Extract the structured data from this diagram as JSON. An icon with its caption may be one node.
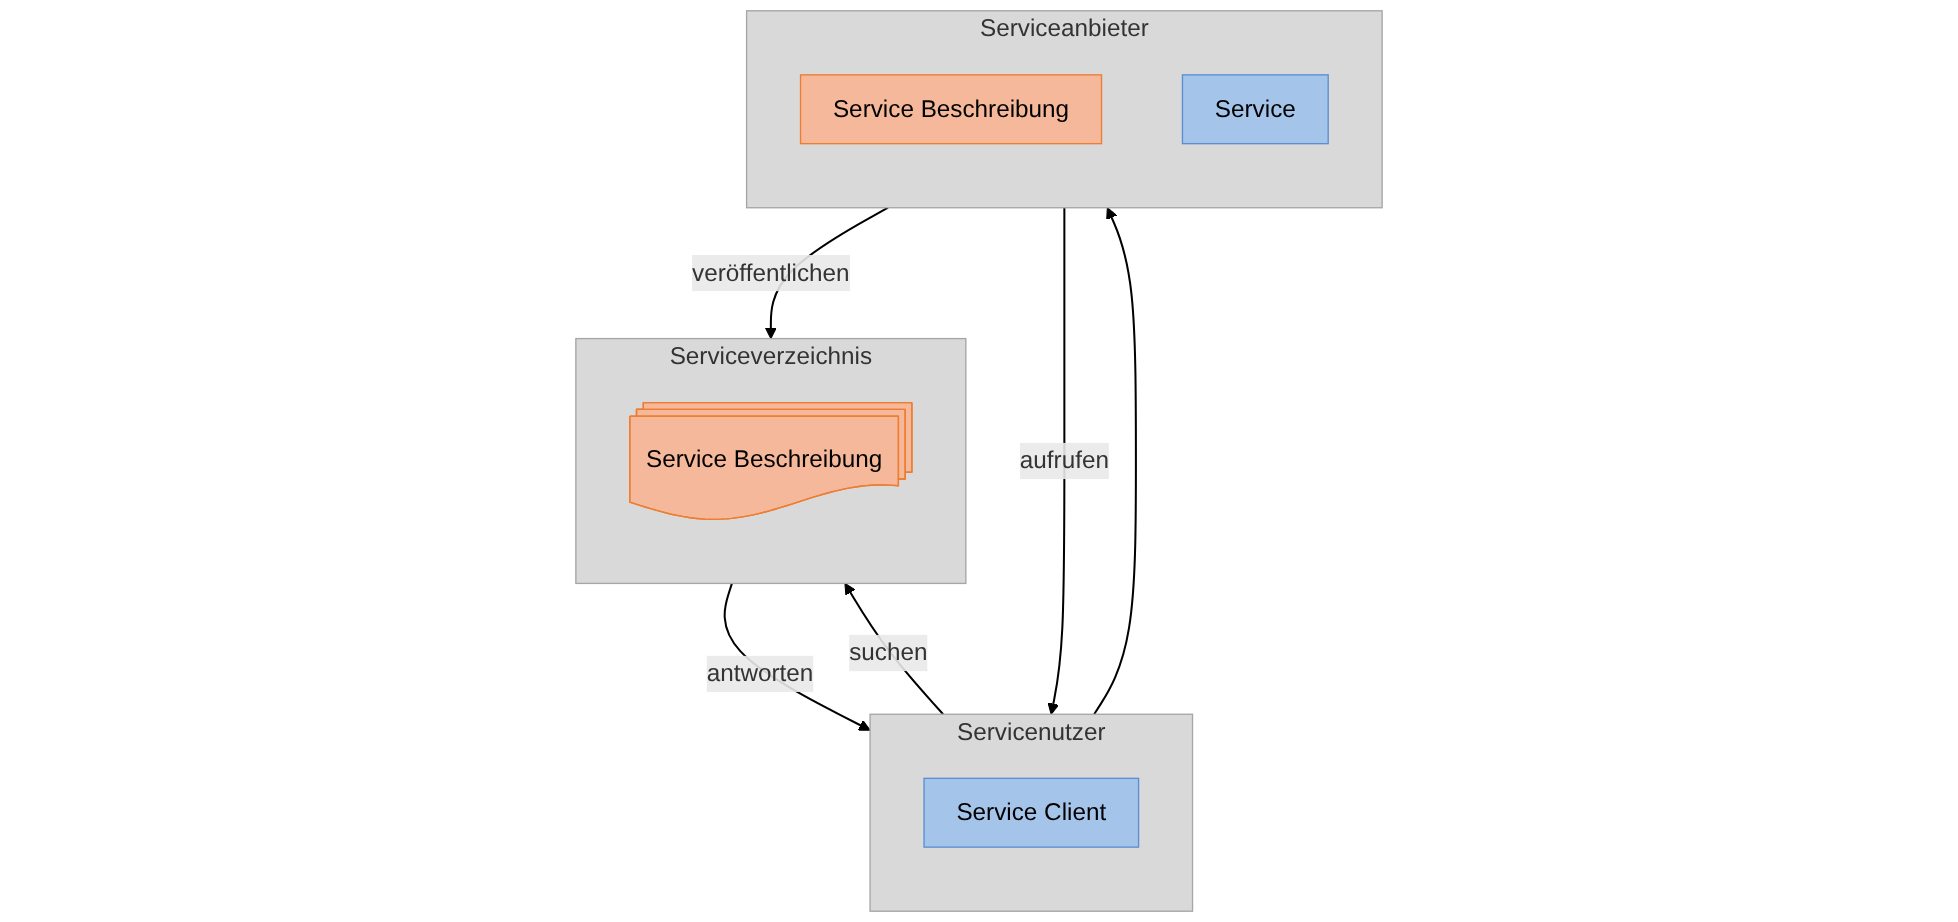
{
  "diagram": {
    "nodes": [
      {
        "text": [
          "Serviceverzeichnis"
        ]
      },
      {
        "text": [
          "Service Beschreibung"
        ],
        "in": 0
      },
      {
        "text": [
          "Servicenutzer"
        ]
      },
      {
        "text": [
          "Service Client"
        ],
        "in": 2
      },
      {
        "text": [
          "Serviceanbieter"
        ]
      },
      {
        "text": [
          "Service Beschreibung"
        ],
        "in": 4
      },
      {
        "text": [
          "Service"
        ],
        "in": 4
      }
    ],
    "edges": [
      {
        "from": 0,
        "to": 2,
        "arrow": "to",
        "label": "antworten"
      },
      {
        "from": 2,
        "to": 0,
        "arrow": "to",
        "label": "suchen"
      },
      {
        "from": 4,
        "to": 0,
        "arrow": "to",
        "label": "veröffentlichen"
      },
      {
        "from": 4,
        "to": 2,
        "arrow": "to",
        "label": "aufrufen"
      },
      {
        "from": 2,
        "to": 4,
        "arrow": "to"
      }
    ]
  }
}
